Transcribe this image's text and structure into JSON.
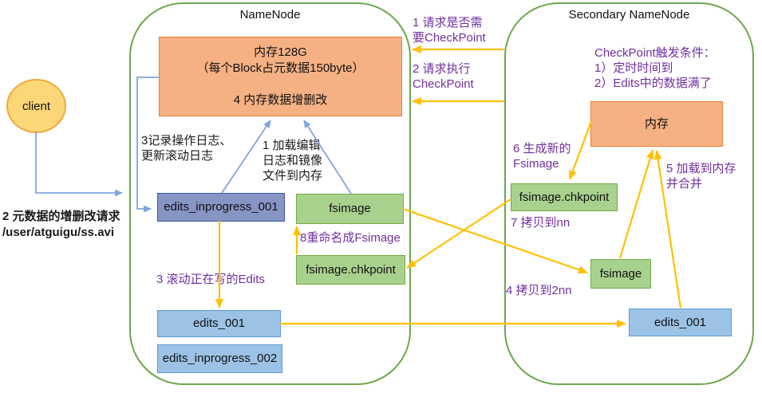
{
  "client": {
    "label": "client"
  },
  "namenode": {
    "title": "NameNode",
    "memory_box": "内存128G\n（每个Block占元数据150byte）\n\n4 内存数据增删改",
    "edits_inprogress_001": "edits_inprogress_001",
    "fsimage": "fsimage",
    "fsimage_chkpoint": "fsimage.chkpoint",
    "edits_001": "edits_001",
    "edits_inprogress_002": "edits_inprogress_002"
  },
  "secondary_namenode": {
    "title": "Secondary NameNode",
    "trigger_note": "CheckPoint触发条件：\n1）定时时间到\n2）Edits中的数据满了",
    "memory_box": "内存",
    "fsimage_chkpoint": "fsimage.chkpoint",
    "fsimage": "fsimage",
    "edits_001": "edits_001"
  },
  "labels": {
    "step1_request": "1 请求是否需\n要CheckPoint",
    "step2_request": "2 请求执行\nCheckPoint",
    "client_request": "2 元数据的增删改请求\n/user/atguigu/ss.avi",
    "step3_record": "3记录操作日志、\n更新滚动日志",
    "step1_load": "1 加载编辑\n日志和镜像\n文件到内存",
    "step3_roll": "3 滚动正在写的Edits",
    "step8_rename": "8重命名成Fsimage",
    "step6_generate": "6 生成新的\nFsimage",
    "step5_load": "5 加载到内存\n并合并",
    "step7_copy": "7 拷贝到nn",
    "step4_copy": "4 拷贝到2nn"
  },
  "colors": {
    "container_border": "#6BA84F",
    "orange_fill": "#F5B183",
    "orange_border": "#ED7D31",
    "green_fill": "#A9D18E",
    "green_border": "#70AD47",
    "periwinkle_fill": "#8795C5",
    "lightblue_fill": "#9CC3E5",
    "arrow_orange": "#FFC000",
    "arrow_blue": "#7DA7DC",
    "text_purple": "#7030A0",
    "client_fill": "#FBD778"
  }
}
